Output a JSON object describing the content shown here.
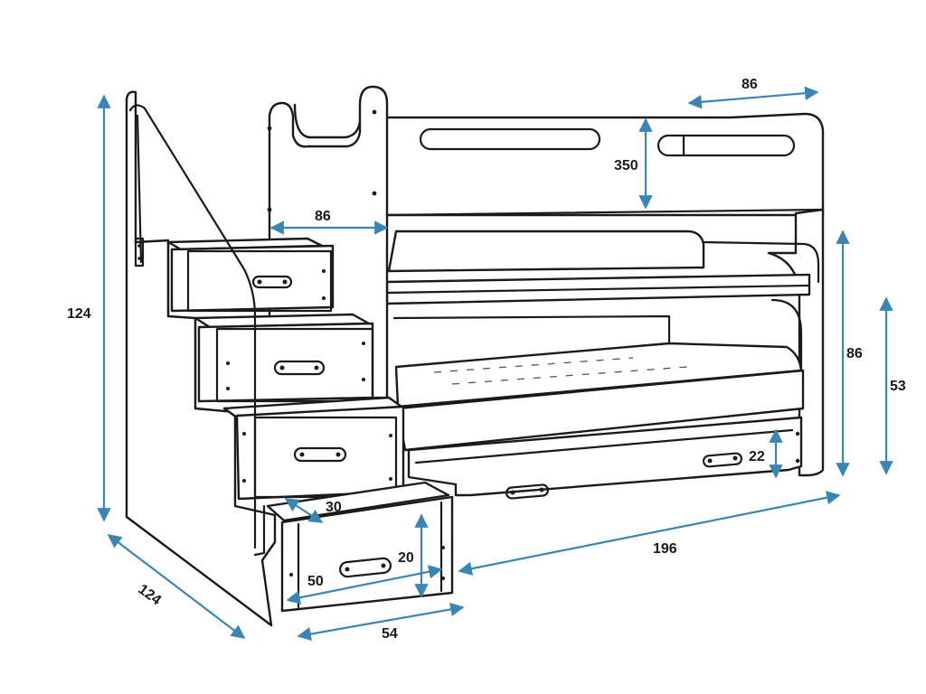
{
  "accent_color": "#3a85b5",
  "outline_color": "#1a1a1a",
  "dimensions": {
    "total_height": "124",
    "depth": "124",
    "stair_width_top": "86",
    "guard_rail_length": "86",
    "guard_rail_height": "350",
    "bed_side_height": "86",
    "lower_bed_height": "53",
    "drawer_height": "22",
    "step_depth": "30",
    "step_height": "20",
    "drawer_width": "50",
    "stair_base_width": "54",
    "bed_length": "196"
  }
}
